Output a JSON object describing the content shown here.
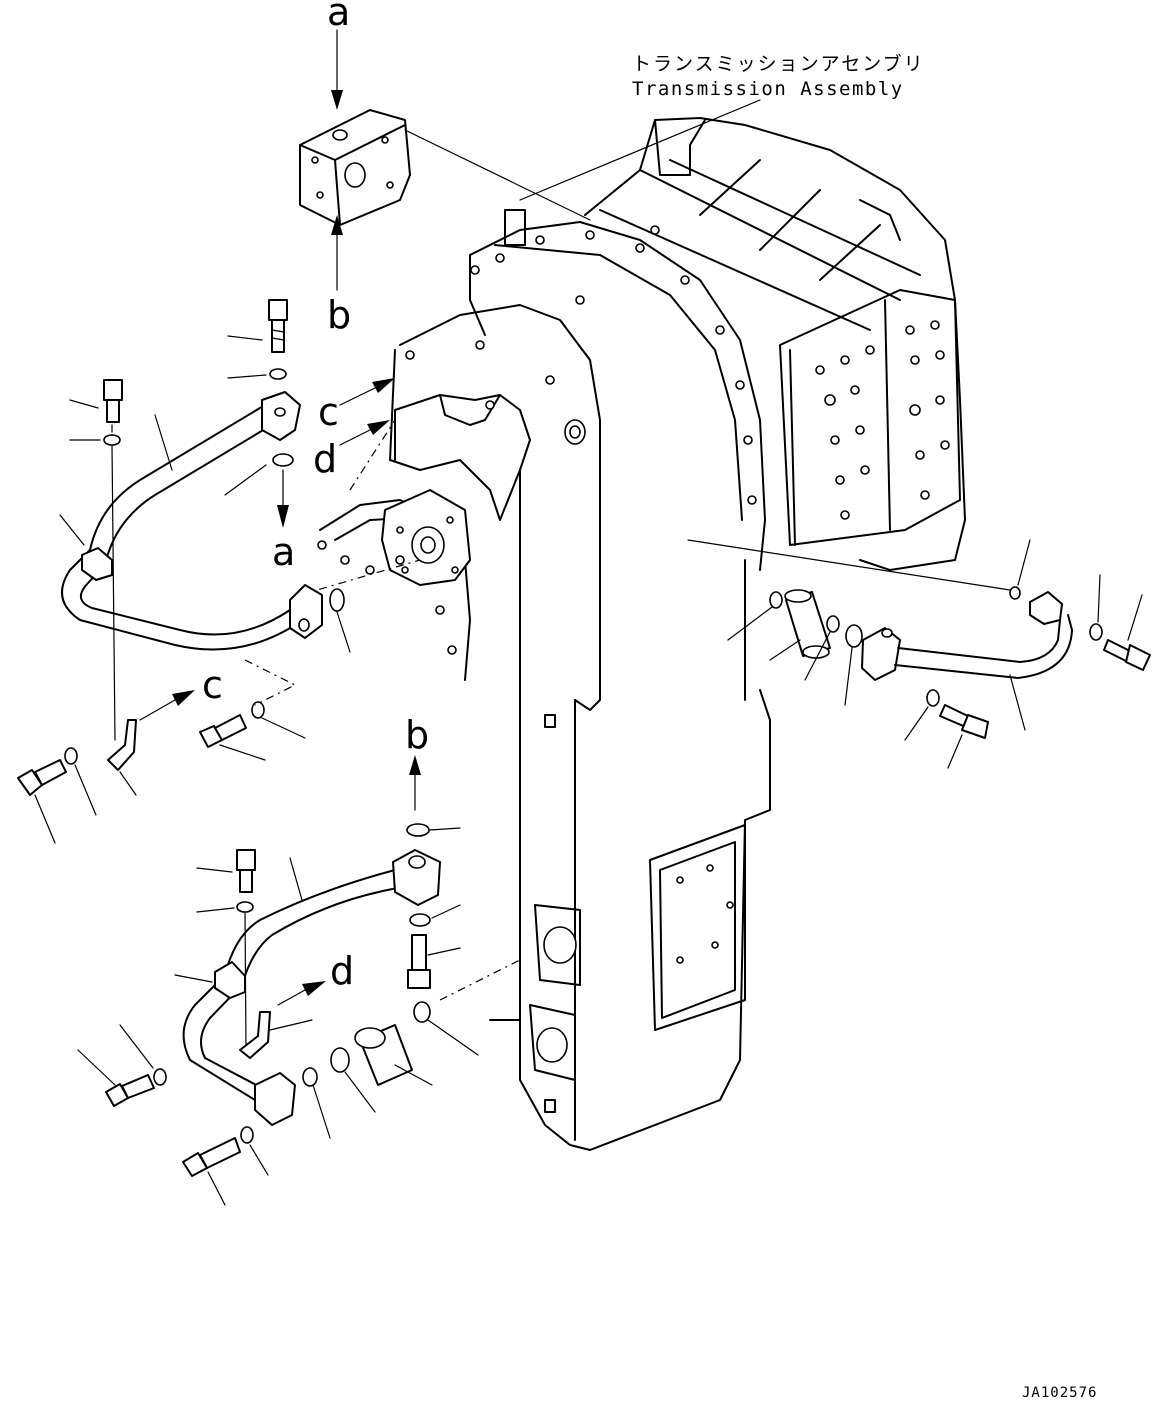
{
  "assembly_label_jp": "トランスミッションアセンブリ",
  "assembly_label_en": "Transmission Assembly",
  "drawing_code": "JA102576",
  "connection_marks": {
    "a_top": "a",
    "a_lower": "a",
    "b_top": "b",
    "b_lower": "b",
    "c_upper": "c",
    "c_lower": "c",
    "d_upper": "d",
    "d_lower": "d"
  }
}
